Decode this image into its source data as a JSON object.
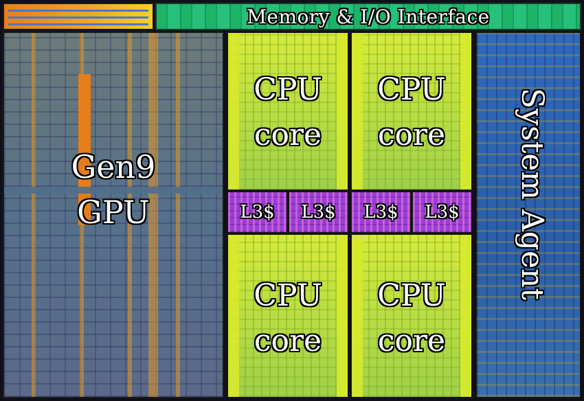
{
  "diagram": {
    "regions": {
      "memory_io": "Memory & I/O Interface",
      "gpu": [
        "Gen9",
        "GPU"
      ],
      "cpu_cores": [
        [
          "CPU",
          "core"
        ],
        [
          "CPU",
          "core"
        ],
        [
          "CPU",
          "core"
        ],
        [
          "CPU",
          "core"
        ]
      ],
      "l3_slices": [
        "L3$",
        "L3$",
        "L3$",
        "L3$"
      ],
      "system_agent": "System Agent"
    },
    "colors": {
      "memory_io": "#1db46a",
      "gpu": "#5c6f86",
      "gpu_accent": "#e67d18",
      "cpu": "#c9e03a",
      "l3": "#9b3fd4",
      "system_agent": "#2a5eb0",
      "top_left_block": "#f0a326"
    }
  }
}
